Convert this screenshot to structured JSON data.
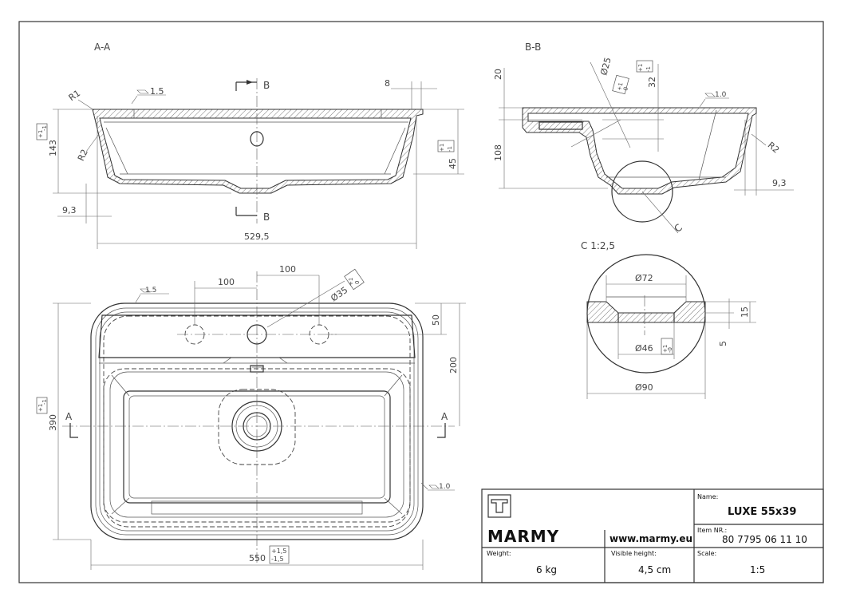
{
  "views": {
    "section_aa": "A-A",
    "section_bb": "B-B",
    "detail_c": "C 1:2,5"
  },
  "labels": {
    "b_top": "B",
    "b_bottom": "B",
    "a_left": "A",
    "a_right": "A",
    "c_mark": "C"
  },
  "dims_aa": {
    "flat": "1.5",
    "gap": "8",
    "r1": "R1",
    "r2": "R2",
    "height": "143",
    "tol_plus": "+1",
    "tol_minus": "-1",
    "depth": "45",
    "offset": "9,3",
    "width": "529,5"
  },
  "dims_bb": {
    "top": "20",
    "dia": "Ø25",
    "tol_dia_plus": "+1",
    "tol_dia_minus": "0",
    "tol_plus": "+1",
    "tol_minus": "-1",
    "v32": "32",
    "flat": "1.0",
    "height": "108",
    "r2": "R2",
    "offset": "9,3"
  },
  "dims_c": {
    "d72": "Ø72",
    "h15": "15",
    "h5": "5",
    "d46": "Ø46",
    "tol_plus": "+1",
    "tol_minus": "-0",
    "d90": "Ø90"
  },
  "dims_plan": {
    "flat_top": "1.5",
    "h100a": "100",
    "h100b": "100",
    "d35": "Ø35",
    "tol_d35_plus": "+1",
    "tol_d35_minus": "0",
    "v50": "50",
    "v200": "200",
    "height": "390",
    "tol_h_plus": "+1",
    "tol_h_minus": "-1",
    "flat_side": "1.0",
    "width": "550",
    "tol_w_plus": "+1,5",
    "tol_w_minus": "-1,5"
  },
  "titleblock": {
    "brand": "MARMY",
    "website": "www.marmy.eu",
    "name_label": "Name:",
    "name": "LUXE 55x39",
    "item_label": "Item NR.:",
    "item": "80 7795 06 11 10",
    "weight_label": "Weight:",
    "weight": "6 kg",
    "height_label": "Visible height:",
    "height": "4,5 cm",
    "scale_label": "Scale:",
    "scale": "1:5"
  },
  "colors": {
    "line": "#333333",
    "paper": "#ffffff"
  }
}
